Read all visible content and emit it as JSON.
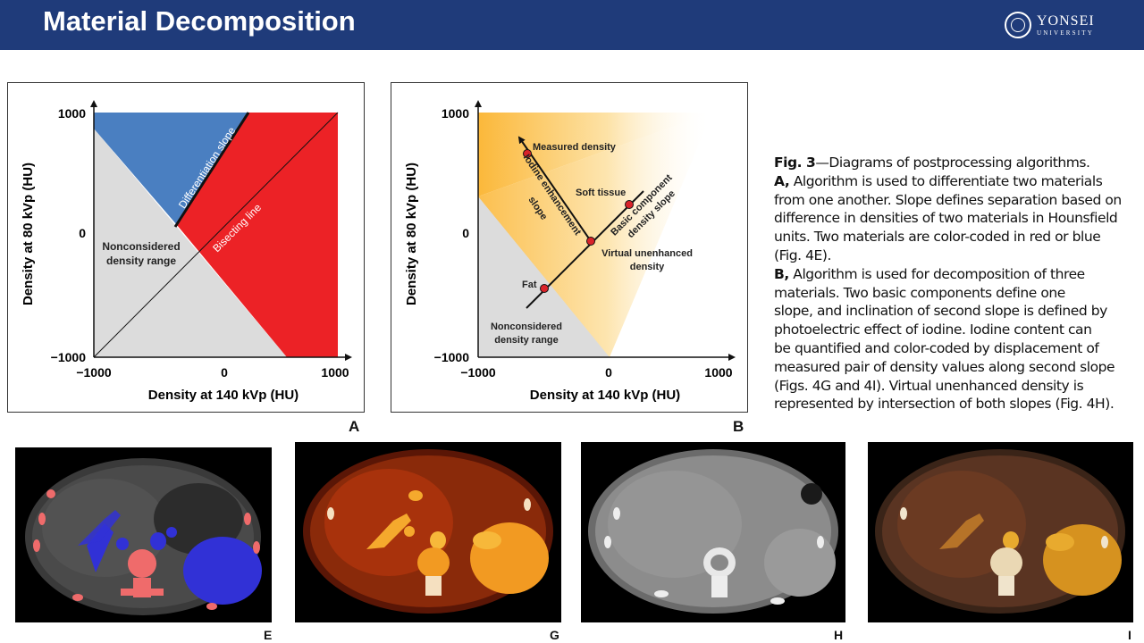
{
  "header": {
    "title": "Material Decomposition",
    "logo": {
      "name": "YONSEI",
      "sub": "UNIVERSITY"
    }
  },
  "colors": {
    "header_bg": "#1f3b7a",
    "red_region": "#ec2226",
    "blue_region": "#4a7fc1",
    "gray_region": "#dcdcdc",
    "orange_gradient": "#fbb83a"
  },
  "panel_a": {
    "letter": "A",
    "y_ticks": [
      "1000",
      "0",
      "−1000"
    ],
    "x_ticks": [
      "−1000",
      "0",
      "1000"
    ],
    "y_label": "Density at 80 kVp (HU)",
    "x_label": "Density at 140 kVp (HU)",
    "labels": {
      "differentiation": "Differentiation slope",
      "bisecting": "Bisecting line",
      "nonconsidered_1": "Nonconsidered",
      "nonconsidered_2": "density range"
    }
  },
  "panel_b": {
    "letter": "B",
    "y_ticks": [
      "1000",
      "0",
      "−1000"
    ],
    "x_ticks": [
      "−1000",
      "0",
      "1000"
    ],
    "y_label": "Density at 80 kVp (HU)",
    "x_label": "Density at 140 kVp (HU)",
    "labels": {
      "measured": "Measured density",
      "iodine_1": "Iodine enhancement",
      "iodine_2": "slope",
      "soft_tissue": "Soft tissue",
      "basic_1": "Basic component",
      "basic_2": "density slope",
      "virtual_1": "Virtual unenhanced",
      "virtual_2": "density",
      "fat": "Fat",
      "nonconsidered_1": "Nonconsidered",
      "nonconsidered_2": "density range"
    }
  },
  "caption": {
    "fig": "Fig. 3",
    "line1": "—Diagrams of postprocessing algorithms.",
    "a_label": "A,",
    "line2": " Algorithm is used to differentiate two materials",
    "line3": "from one another. Slope defines separation based on",
    "line4": "difference in densities of two materials in Hounsfield",
    "line5": "units. Two materials are color-coded in red or blue",
    "line6": "(Fig. 4E).",
    "b_label": "B,",
    "line7": " Algorithm is used for decomposition of three",
    "line8": "materials. Two basic components define one",
    "line9": "slope, and inclination of second slope is defined by",
    "line10": "photoelectric effect of iodine. Iodine content can",
    "line11": "be quantified and color-coded by displacement of",
    "line12": "measured pair of density values along second slope",
    "line13": "(Figs. 4G and 4I). Virtual unenhanced density is",
    "line14": "represented by intersection of both slopes (Fig. 4H)."
  },
  "scans": [
    {
      "letter": "E"
    },
    {
      "letter": "G"
    },
    {
      "letter": "H"
    },
    {
      "letter": "I"
    }
  ]
}
